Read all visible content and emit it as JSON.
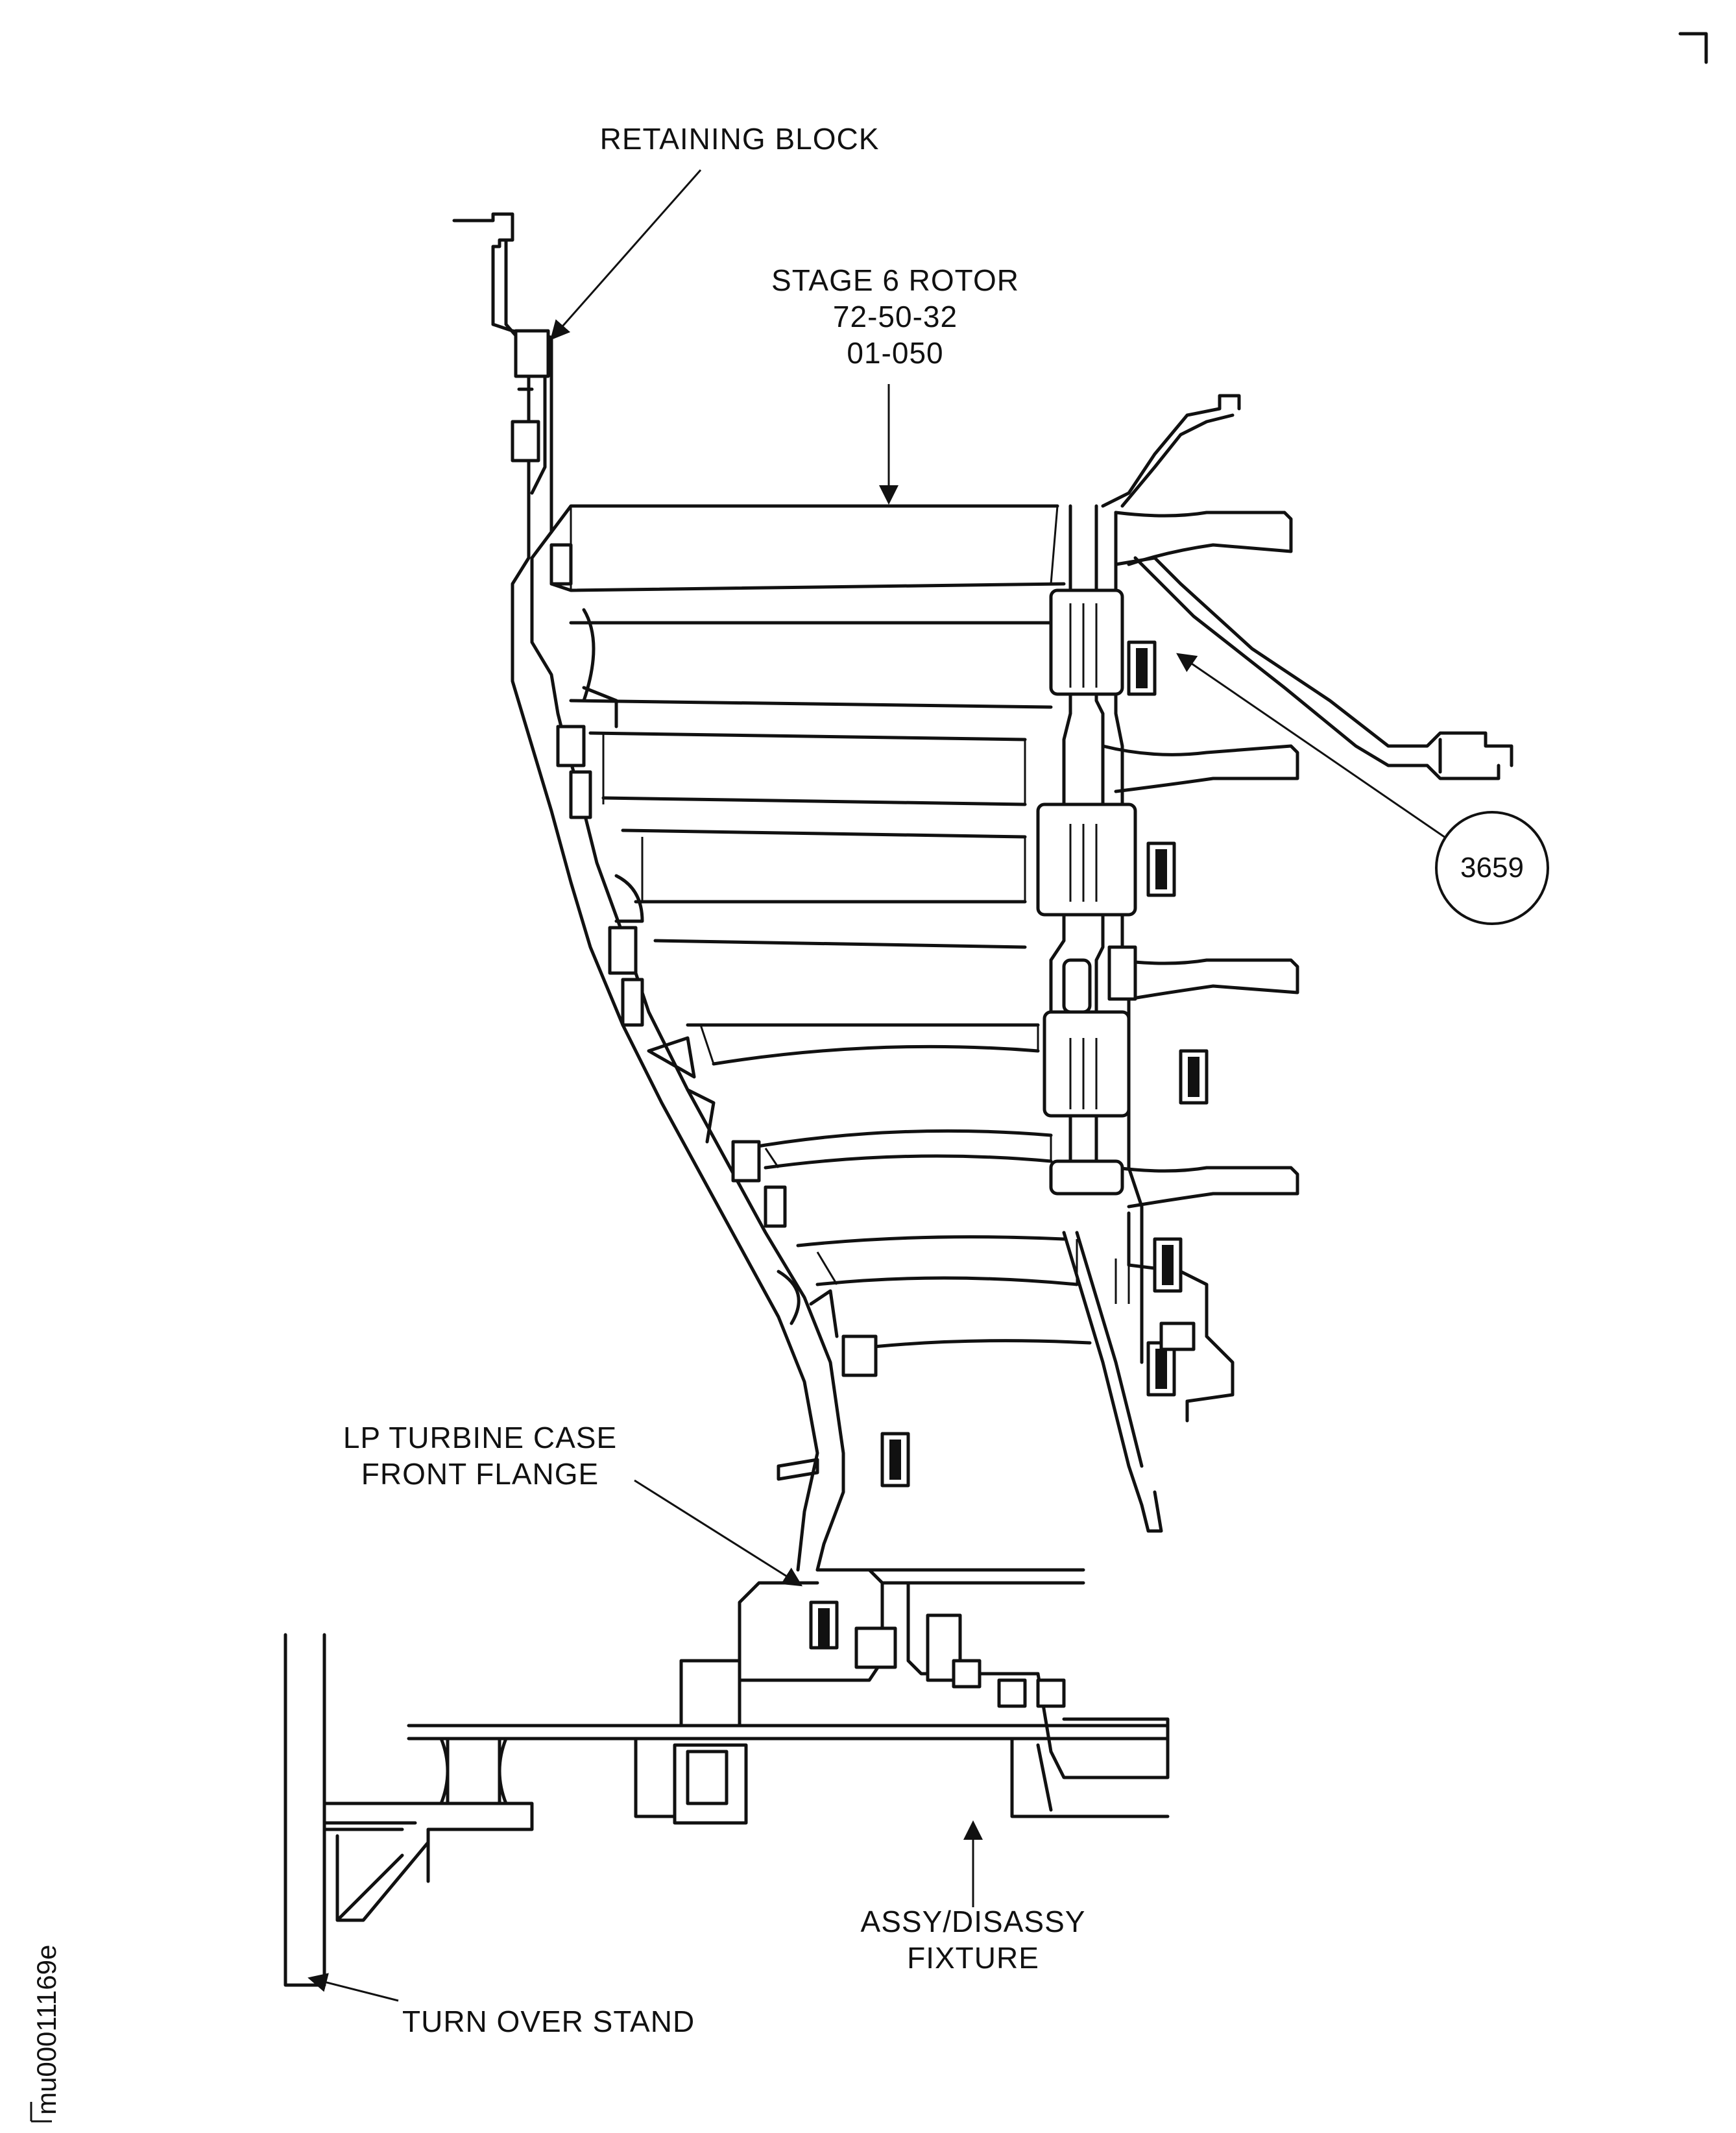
{
  "labels": {
    "retaining_block": "RETAINING BLOCK",
    "stage6_line1": "STAGE 6 ROTOR",
    "stage6_line2": "72-50-32",
    "stage6_line3": "01-050",
    "lp_case_line1": "LP TURBINE CASE",
    "lp_case_line2": "FRONT FLANGE",
    "fixture_line1": "ASSY/DISASSY",
    "fixture_line2": "FIXTURE",
    "turn_over_stand": "TURN OVER STAND",
    "callout": "3659",
    "figure_id": "mu00011169e"
  }
}
